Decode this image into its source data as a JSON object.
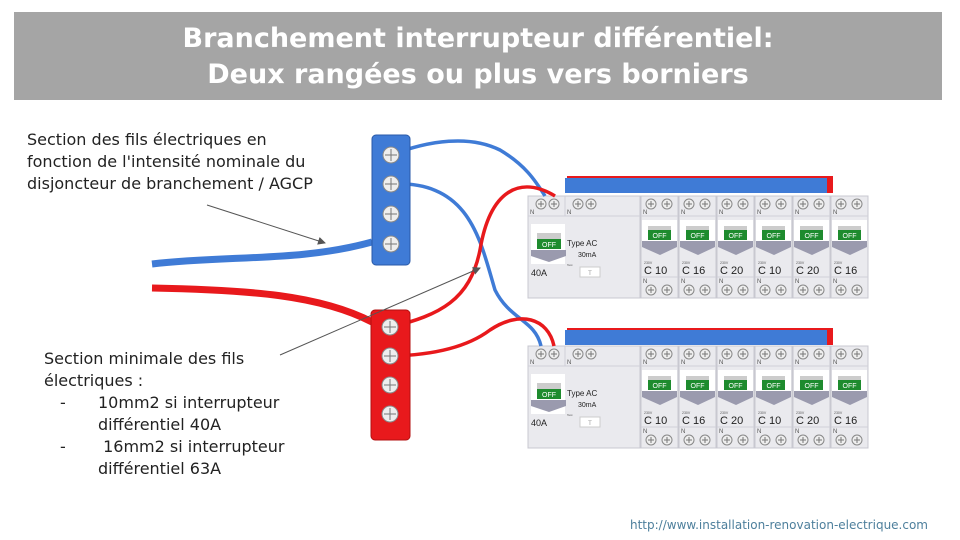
{
  "title": {
    "line1": "Branchement interrupteur différentiel:",
    "line2": "Deux rangées ou plus vers borniers"
  },
  "note_wire_section": {
    "lines": [
      "Section des fils électriques en",
      "fonction de l'intensité nominale du",
      "disjoncteur de branchement / AGCP"
    ]
  },
  "note_min_section": {
    "lines": [
      "Section minimale des fils",
      "électriques :"
    ],
    "items": [
      {
        "dash": "-",
        "lines": [
          "10mm2 si interrupteur",
          "différentiel 40A"
        ]
      },
      {
        "dash": "-",
        "lines": [
          " 16mm2 si interrupteur",
          "différentiel 63A"
        ]
      }
    ]
  },
  "panel_rows": [
    {
      "differential": {
        "switch": "OFF",
        "type": "Type AC",
        "sensitivity": "30mA",
        "rating": "40A",
        "test_label": "Test",
        "test_button": "T"
      },
      "breakers": [
        {
          "switch": "OFF",
          "voltage": "230V",
          "rating": "C 10"
        },
        {
          "switch": "OFF",
          "voltage": "230V",
          "rating": "C 16"
        },
        {
          "switch": "OFF",
          "voltage": "230V",
          "rating": "C 20"
        },
        {
          "switch": "OFF",
          "voltage": "230V",
          "rating": "C 10"
        },
        {
          "switch": "OFF",
          "voltage": "230V",
          "rating": "C 20"
        },
        {
          "switch": "OFF",
          "voltage": "230V",
          "rating": "C 16"
        }
      ]
    },
    {
      "differential": {
        "switch": "OFF",
        "type": "Type AC",
        "sensitivity": "30mA",
        "rating": "40A",
        "test_label": "Test",
        "test_button": "T"
      },
      "breakers": [
        {
          "switch": "OFF",
          "voltage": "230V",
          "rating": "C 10"
        },
        {
          "switch": "OFF",
          "voltage": "230V",
          "rating": "C 16"
        },
        {
          "switch": "OFF",
          "voltage": "230V",
          "rating": "C 20"
        },
        {
          "switch": "OFF",
          "voltage": "230V",
          "rating": "C 10"
        },
        {
          "switch": "OFF",
          "voltage": "230V",
          "rating": "C 20"
        },
        {
          "switch": "OFF",
          "voltage": "230V",
          "rating": "C 16"
        }
      ]
    }
  ],
  "neutral_label": "N",
  "url": "http://www.installation-renovation-electrique.com",
  "colors": {
    "title_bg": "#a5a5a5",
    "neutral_blue": "#3f7bd6",
    "phase_red": "#e8191c",
    "off_green": "#1e8b2e"
  }
}
